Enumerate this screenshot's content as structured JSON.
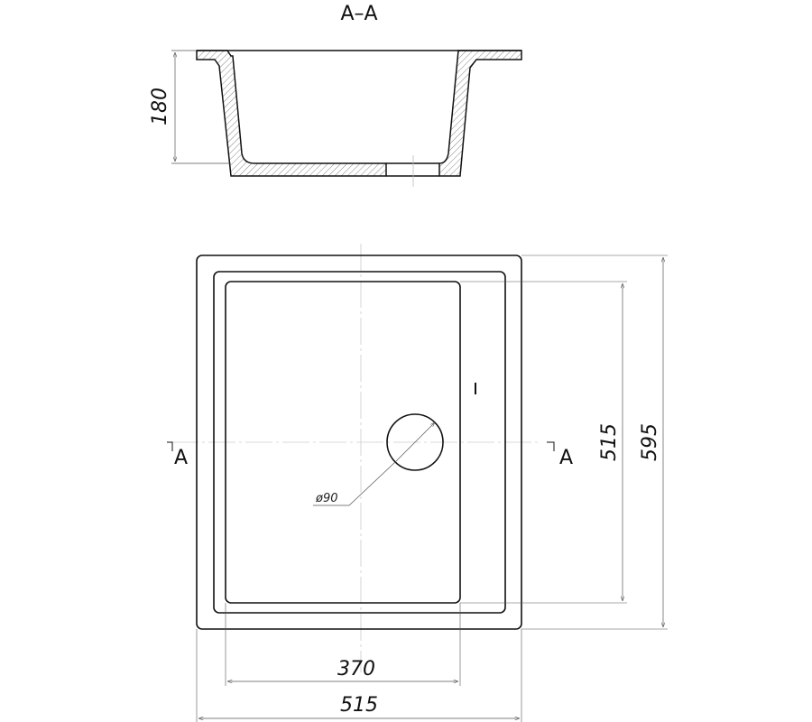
{
  "section": {
    "title": "A–A",
    "depth_label": "180"
  },
  "plan": {
    "section_marker_left": "A",
    "section_marker_right": "A",
    "drain_label": "ø90",
    "inner_height_label": "515",
    "outer_height_label": "595",
    "inner_width_label": "370",
    "outer_width_label": "515"
  },
  "colors": {
    "line": "#111111",
    "thin": "#555555",
    "center": "#bbbbbb"
  }
}
